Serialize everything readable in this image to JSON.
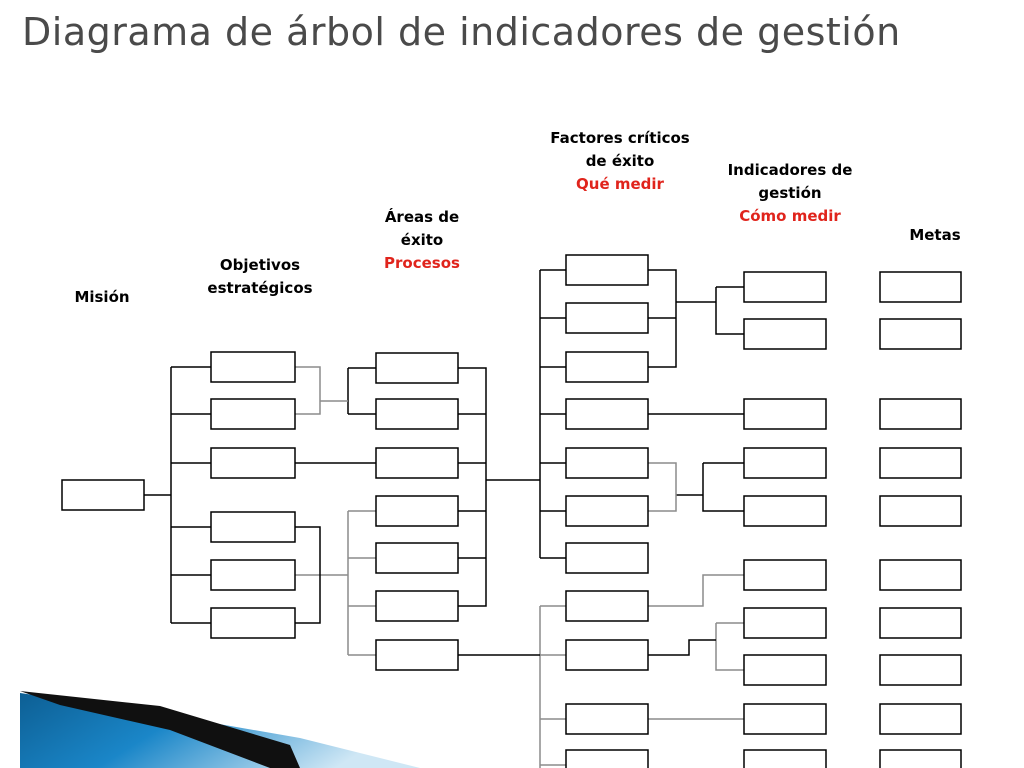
{
  "slide": {
    "title": "Diagrama de árbol de indicadores de gestión"
  },
  "columns": {
    "mision": {
      "label": "Misión"
    },
    "objetivos": {
      "line1": "Objetivos",
      "line2": "estratégicos"
    },
    "areas": {
      "line1": "Áreas de",
      "line2": "éxito",
      "sub": "Procesos"
    },
    "factores": {
      "line1": "Factores críticos",
      "line2": "de éxito",
      "sub": "Qué medir"
    },
    "indicadores": {
      "line1": "Indicadores de",
      "line2": "gestión",
      "sub": "Cómo medir"
    },
    "metas": {
      "label": "Metas"
    }
  },
  "colors": {
    "title": "#4a4a4a",
    "accent_red": "#e0241c",
    "line_dark": "#000000",
    "line_grey": "#8c8c8c",
    "decor_blue": "#1a86c8"
  }
}
